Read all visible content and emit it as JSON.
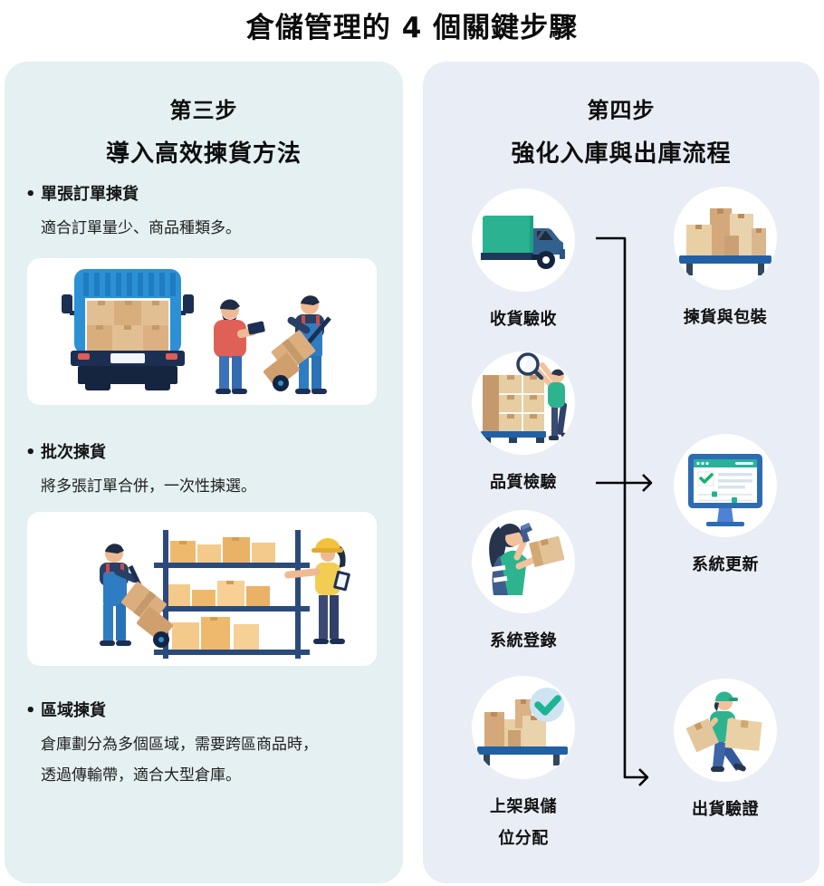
{
  "page": {
    "title": "倉儲管理的 4 個關鍵步驟"
  },
  "step3": {
    "step_label": "第三步",
    "heading": "導入高效揀貨方法",
    "bullet_char": "•",
    "bullets": [
      {
        "title": "單張訂單揀貨",
        "desc": "適合訂單量少、商品種類多。"
      },
      {
        "title": "批次揀貨",
        "desc": "將多張訂單合併，一次性揀選。"
      },
      {
        "title": "區域揀貨",
        "desc_line1": "倉庫劃分為多個區域，需要跨區商品時，",
        "desc_line2": "透過傳輸帶，適合大型倉庫。"
      }
    ],
    "illustrations": [
      {
        "name": "truck-unloading-with-workers"
      },
      {
        "name": "warehouse-shelf-with-workers"
      }
    ]
  },
  "step4": {
    "step_label": "第四步",
    "heading": "強化入庫與出庫流程",
    "flow_left": [
      {
        "label": "收貨驗收",
        "icon": "delivery-truck-icon"
      },
      {
        "label": "品質檢驗",
        "icon": "quality-inspection-icon"
      },
      {
        "label": "系統登錄",
        "icon": "barcode-scanner-icon"
      },
      {
        "label_line1": "上架與儲",
        "label_line2": "位分配",
        "icon": "shelving-check-icon"
      }
    ],
    "flow_right": [
      {
        "label": "揀貨與包裝",
        "icon": "packed-boxes-icon"
      },
      {
        "label": "系統更新",
        "icon": "system-monitor-icon"
      },
      {
        "label": "出貨驗證",
        "icon": "delivery-person-icon"
      }
    ]
  },
  "colors": {
    "panel_left_bg": "#e4f0f1",
    "panel_right_bg": "#e9edf5",
    "accent_green": "#2bb290",
    "accent_blue": "#2e6cb2",
    "box_tan": "#dcb488",
    "arrow": "#000000"
  }
}
